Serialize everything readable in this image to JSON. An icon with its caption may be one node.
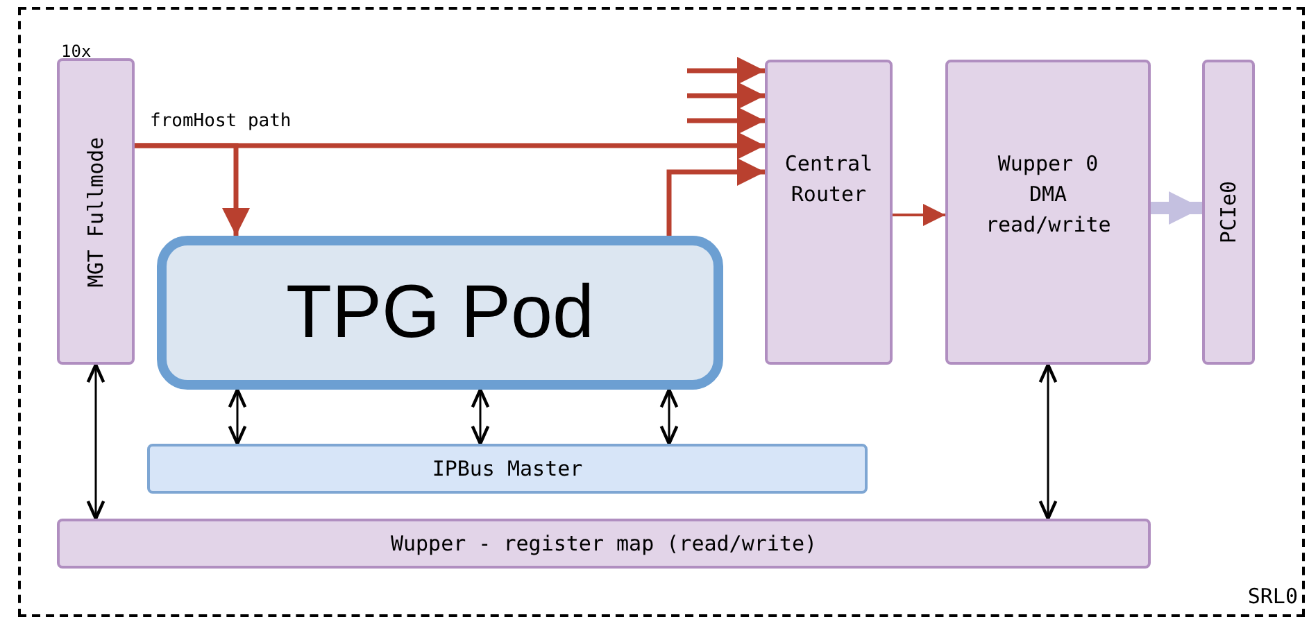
{
  "diagram": {
    "nodes": [
      {
        "text": [
          "SRL0"
        ]
      },
      {
        "text": [
          "MGT Fullmode"
        ],
        "in": 0,
        "beside": [
          "10x"
        ]
      },
      {
        "text": [
          "TPG Pod"
        ],
        "in": 0
      },
      {
        "text": [
          "Central Router"
        ],
        "in": 0
      },
      {
        "text": [
          "Wupper 0 DMA read/write"
        ],
        "in": 0
      },
      {
        "text": [
          "PCIe0"
        ],
        "in": 0
      },
      {
        "text": [
          "IPBus Master"
        ],
        "in": 0
      },
      {
        "text": [
          "Wupper - register map (read/write)"
        ],
        "in": 0
      }
    ],
    "edges": [
      {
        "from": 1,
        "to": 3,
        "arrow": "to",
        "label": "fromHost path"
      },
      {
        "from": 1,
        "to": 2,
        "arrow": "to"
      },
      {
        "from": 2,
        "to": 3,
        "arrow": "to"
      },
      {
        "from": null,
        "to": 3,
        "arrow": "to"
      },
      {
        "from": null,
        "to": 3,
        "arrow": "to"
      },
      {
        "from": null,
        "to": 3,
        "arrow": "to"
      },
      {
        "from": 3,
        "to": 4,
        "arrow": "to"
      },
      {
        "from": 4,
        "to": 5,
        "arrow": "to",
        "style": "thick",
        "color": "#c4c0e0"
      },
      {
        "from": 2,
        "to": 6,
        "arrow": "both",
        "color": "#000000"
      },
      {
        "from": 2,
        "to": 6,
        "arrow": "both",
        "color": "#000000"
      },
      {
        "from": 2,
        "to": 6,
        "arrow": "both",
        "color": "#000000"
      },
      {
        "from": 1,
        "to": 7,
        "arrow": "both",
        "color": "#000000"
      },
      {
        "from": 4,
        "to": 7,
        "arrow": "both",
        "color": "#000000"
      }
    ]
  }
}
